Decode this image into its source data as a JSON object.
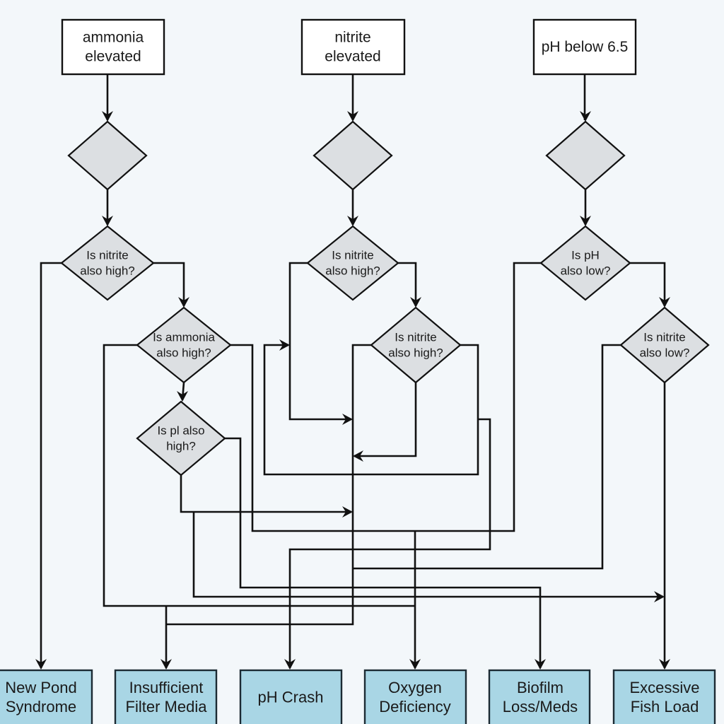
{
  "title": "Pond water quality troubleshooting flowchart",
  "colors": {
    "background": "#f3f7fa",
    "start_box_fill": "#ffffff",
    "decision_fill": "#dcdfe2",
    "outcome_fill": "#a9d6e5",
    "line": "#111111"
  },
  "start_nodes": [
    {
      "id": "ammonia",
      "lines": [
        "ammonia",
        "elevated"
      ]
    },
    {
      "id": "nitrite",
      "lines": [
        "nitrite",
        "elevated"
      ]
    },
    {
      "id": "ph",
      "lines": [
        "pH below 6.5"
      ]
    }
  ],
  "decisions": [
    {
      "id": "d1a",
      "lines": []
    },
    {
      "id": "d1b",
      "lines": []
    },
    {
      "id": "d1c",
      "lines": []
    },
    {
      "id": "d2a",
      "lines": [
        "Is nitrite",
        "also high?"
      ]
    },
    {
      "id": "d2b",
      "lines": [
        "Is nitrite",
        "also high?"
      ]
    },
    {
      "id": "d2c",
      "lines": [
        "Is pH",
        "also low?"
      ]
    },
    {
      "id": "d3a",
      "lines": [
        "Is ammonia",
        "also high?"
      ]
    },
    {
      "id": "d3b",
      "lines": [
        "Is nitrite",
        "also high?"
      ]
    },
    {
      "id": "d3c",
      "lines": [
        "Is nitrite",
        "also low?"
      ]
    },
    {
      "id": "d4a",
      "lines": [
        "Is pl also",
        "high?"
      ]
    }
  ],
  "outcomes": [
    {
      "id": "new-pond-syndrome",
      "lines": [
        "New Pond",
        "Syndrome"
      ]
    },
    {
      "id": "insufficient-filter-media",
      "lines": [
        "Insufficient",
        "Filter Media"
      ]
    },
    {
      "id": "ph-crash",
      "lines": [
        "pH Crash"
      ]
    },
    {
      "id": "oxygen-deficiency",
      "lines": [
        "Oxygen",
        "Deficiency"
      ]
    },
    {
      "id": "biofilm-loss-meds",
      "lines": [
        "Biofilm",
        "Loss/Meds"
      ]
    },
    {
      "id": "excessive-fish-load",
      "lines": [
        "Excessive",
        "Fish Load"
      ]
    }
  ]
}
